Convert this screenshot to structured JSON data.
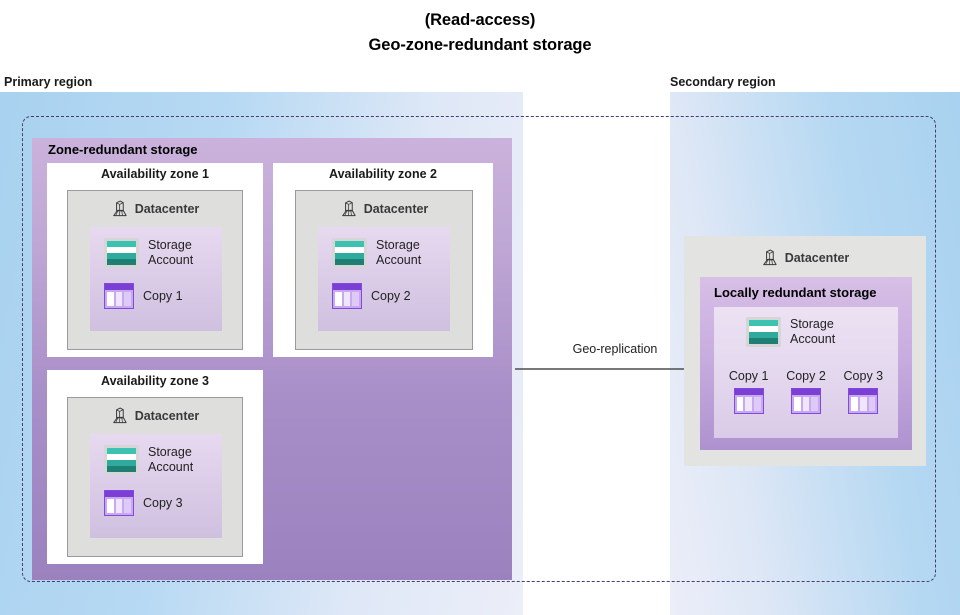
{
  "title": {
    "line1": "(Read-access)",
    "line2": "Geo-zone-redundant storage"
  },
  "regions": {
    "primary_label": "Primary region",
    "secondary_label": "Secondary region"
  },
  "primary": {
    "zrs_title": "Zone-redundant storage",
    "zones": [
      {
        "title": "Availability zone 1",
        "datacenter_label": "Datacenter",
        "storage_label": "Storage\nAccount",
        "copy_label": "Copy 1"
      },
      {
        "title": "Availability zone 2",
        "datacenter_label": "Datacenter",
        "storage_label": "Storage\nAccount",
        "copy_label": "Copy 2"
      },
      {
        "title": "Availability zone 3",
        "datacenter_label": "Datacenter",
        "storage_label": "Storage\nAccount",
        "copy_label": "Copy 3"
      }
    ]
  },
  "secondary": {
    "datacenter_label": "Datacenter",
    "lrs_title": "Locally redundant storage",
    "storage_label": "Storage\nAccount",
    "copies": [
      "Copy 1",
      "Copy 2",
      "Copy 3"
    ]
  },
  "replication": {
    "arrow_label": "Geo-replication"
  },
  "colors": {
    "region_blue": "#a8d2f0",
    "dashed_border": "#4a3b6e",
    "zrs_purple_top": "#cbb2dc",
    "zrs_purple_bottom": "#9b82bf",
    "lrs_purple_top": "#d7bfe6",
    "lrs_purple_bottom": "#ae92cf",
    "datacenter_grey": "#dededd",
    "storage_teal": "#3cc2b0",
    "storage_teal_dark": "#1f7f74",
    "copy_purple": "#7b3fd6",
    "arrow_grey": "#4d4d4d"
  },
  "icons": {
    "datacenter": "datacenter-icon",
    "storage": "storage-account-icon",
    "copy": "copy-icon"
  }
}
